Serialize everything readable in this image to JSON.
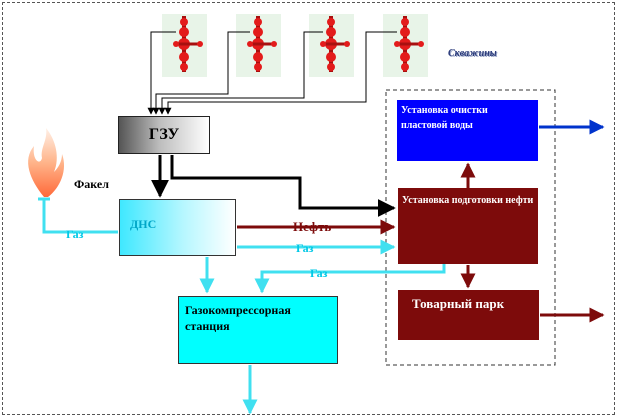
{
  "labels": {
    "wells": "Скважины",
    "flare": "Факел",
    "gas_flare": "Газ",
    "oil": "Нефть",
    "gas_mid": "Газ",
    "gas_low": "Газ"
  },
  "nodes": {
    "gzu": "ГЗУ",
    "dns": "ДНС",
    "gas_compressor": "Газокомпрессорная станция",
    "water_treatment": "Установка очистки пластовой воды",
    "oil_treatment": "Установка подготовки нефти",
    "tank_farm": "Товарный парк"
  },
  "wells_count": 4,
  "colors": {
    "oil_flow": "#7d0b0b",
    "gas_flow": "#40e0f0",
    "water_flow": "#0033cc",
    "main_flow": "#000000",
    "wellhead": "#e31b1b",
    "gzu_gradient": [
      "#555555",
      "#ffffff"
    ],
    "dns_gradient": [
      "#3fe8ff",
      "#ffffff"
    ],
    "gas_station": "#00ffff",
    "water_unit": "#0000ff",
    "oil_units": "#7d0b0b"
  }
}
